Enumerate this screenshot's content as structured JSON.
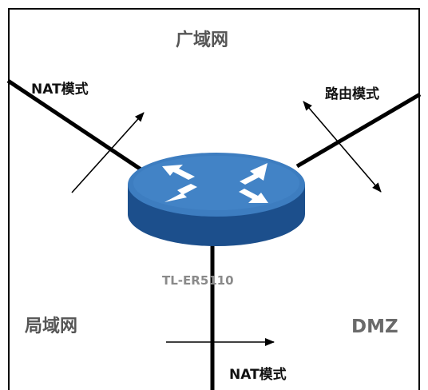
{
  "labels": {
    "wan": "广域网",
    "lan": "局域网",
    "dmz": "DMZ",
    "nat_mode_top": "NAT模式",
    "routing_mode": "路由模式",
    "nat_mode_bottom": "NAT模式",
    "router_model": "TL-ER5110"
  },
  "colors": {
    "router_top": "#3d7dc0",
    "router_side": "#1c4f8c",
    "router_arrows": "#ffffff",
    "line": "#000000"
  },
  "icons": {
    "router": "router-icon",
    "arrow": "arrow-icon"
  }
}
